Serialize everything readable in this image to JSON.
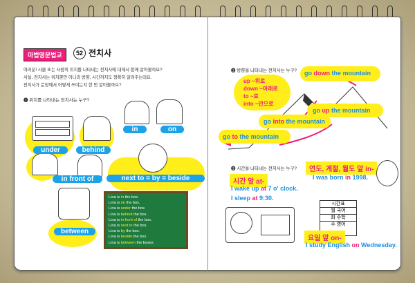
{
  "left_page": {
    "series_badge": "마법영문법교",
    "chapter_number": "52",
    "chapter_title": "전치사",
    "intro_line_1": "여러분! 사물 또는 사람의 위치를 나타내는 전치사에 대해서 함께 알아볼까요?",
    "intro_line_2": "사실, 전치사는 위치뿐만 아니라 방향, 시간까지도 정확히 알려주는데요.",
    "intro_line_3": "전치사가 문장에서 어떻게 쓰이는지 한 번 알아볼까요?",
    "section1_heading": "❶ 위치를 나타내는 전치사는 누구?",
    "labels": {
      "under": "under",
      "behind": "behind",
      "in": "in",
      "on": "on",
      "in_front_of": "in front of",
      "next_to": "next to = by = beside",
      "between": "between"
    },
    "blackboard_lines": [
      {
        "pre": "Lina is ",
        "hl": "in",
        "post": " the box."
      },
      {
        "pre": "Lina is ",
        "hl": "on",
        "post": " the box."
      },
      {
        "pre": "Lina is ",
        "hl": "under",
        "post": " the box."
      },
      {
        "pre": "Lina is ",
        "hl": "behind",
        "post": " the box."
      },
      {
        "pre": "Lina is ",
        "hl": "in front of",
        "post": " the box."
      },
      {
        "pre": "Lina is ",
        "hl": "next to",
        "post": " the box."
      },
      {
        "pre": "Lina is ",
        "hl": "by",
        "post": " the box."
      },
      {
        "pre": "Lina is ",
        "hl": "beside",
        "post": " the box."
      },
      {
        "pre": "Lina is ",
        "hl": "between",
        "post": " the boxes"
      }
    ]
  },
  "right_page": {
    "section2_heading": "❷ 방향을 나타내는 전치사는 누구?",
    "direction_list": [
      "up ~위로",
      "down ~아래로",
      "to ~로",
      "into ~안으로"
    ],
    "mountain_labels": {
      "go_down": {
        "pre": "go ",
        "hl": "down",
        "post": " the mountain"
      },
      "go_up": {
        "pre": "go ",
        "hl": "up",
        "post": " the mountain"
      },
      "go_into": {
        "pre": "go ",
        "hl": "into",
        "post": " the mountain"
      },
      "go_to": {
        "pre": "go ",
        "hl": "to",
        "post": " the mountain"
      }
    },
    "section3_heading": "❸ 시간을 나타내는 전치사는 누구?",
    "time_tag": "시간 앞 at-",
    "time_sentence_1": {
      "pre": "I wake up ",
      "hl": "at",
      "post": " 7 o' clock."
    },
    "time_sentence_2": {
      "pre": "I sleep ",
      "hl": "at",
      "post": " 9:30."
    },
    "year_tag": "연도, 계절, 월도 앞 in-",
    "year_sentence": {
      "pre": "I was born ",
      "hl": "in",
      "post": " 1998."
    },
    "weekday_tag": "요일 앞 on-",
    "weekday_sentence": {
      "pre": "I study English ",
      "hl": "on",
      "post": " Wednesday."
    },
    "timetable": {
      "title": "시간표",
      "rows": [
        "월  국어",
        "화  수학",
        "수  영어"
      ]
    }
  },
  "colors": {
    "yellow": "#ffee1a",
    "blue": "#1d8fe0",
    "pink": "#ee1e7a",
    "board_green": "#1f7a3e"
  }
}
